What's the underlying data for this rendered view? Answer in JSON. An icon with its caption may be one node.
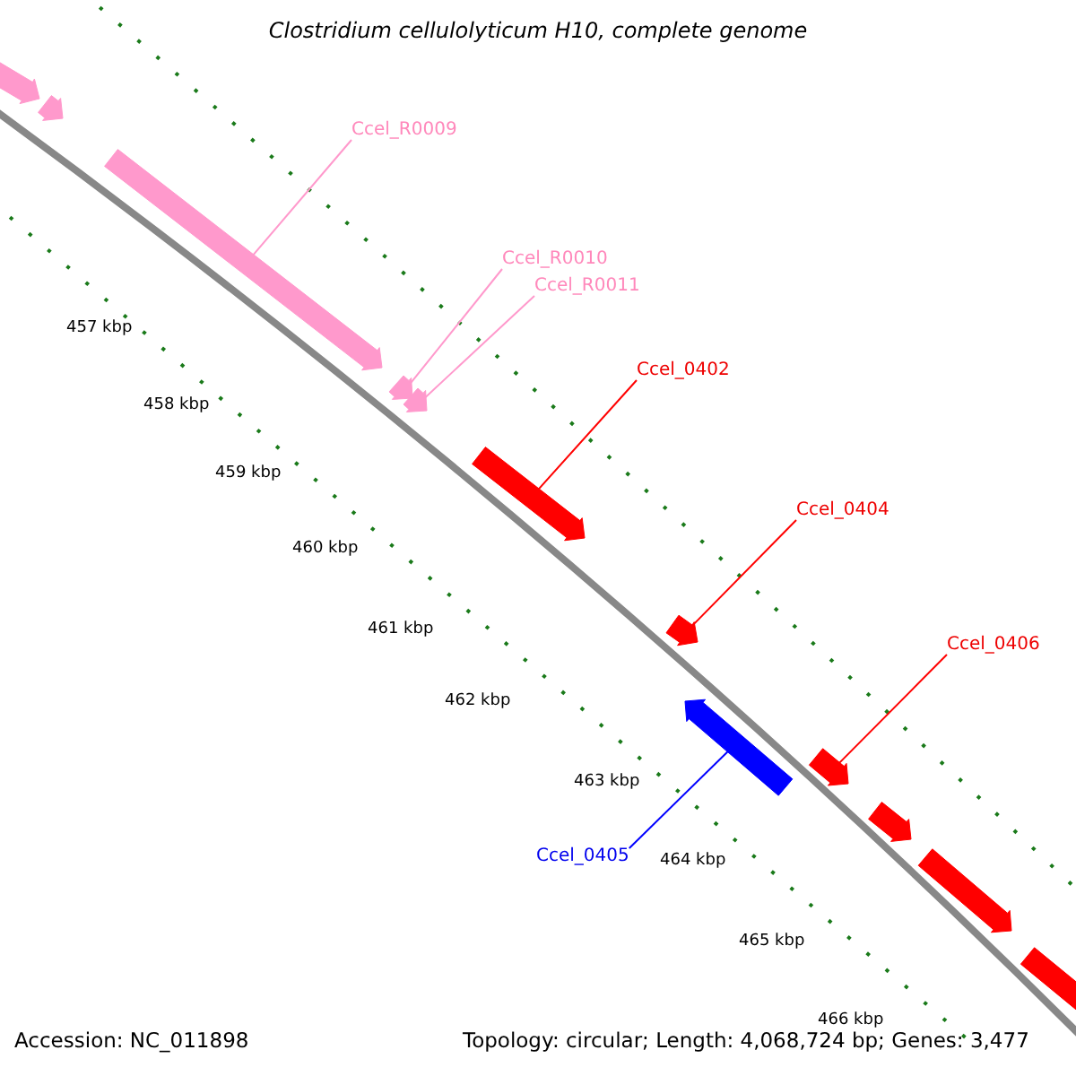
{
  "diagram": {
    "title": "Clostridium cellulolyticum H10, complete genome",
    "nodes": [
      {
        "text": [],
        "shape": "arrow"
      },
      {
        "text": [],
        "shape": "arrow"
      },
      {
        "text": [
          "Ccel_R0009"
        ]
      },
      {
        "text": [],
        "shape": "arrow"
      },
      {
        "text": [
          "Ccel_R0010"
        ]
      },
      {
        "text": [
          "Ccel_R0011"
        ]
      },
      {
        "text": [],
        "shape": "arrow"
      },
      {
        "text": [],
        "shape": "arrow"
      },
      {
        "text": [
          "Ccel_0402"
        ]
      },
      {
        "text": [],
        "shape": "arrow"
      },
      {
        "text": [
          "Ccel_0404"
        ]
      },
      {
        "text": [],
        "shape": "arrow"
      },
      {
        "text": [],
        "shape": "arrow"
      },
      {
        "text": [
          "Ccel_0406"
        ]
      },
      {
        "text": [],
        "shape": "arrow"
      },
      {
        "text": [
          "Ccel_0405"
        ]
      },
      {
        "text": [],
        "shape": "arrow"
      },
      {
        "text": [],
        "shape": "arrow"
      },
      {
        "text": [],
        "shape": "arrow"
      }
    ],
    "edges": [
      {
        "from": 2,
        "to": 3,
        "arrow": "none",
        "color": "#ff99cc"
      },
      {
        "from": 4,
        "to": 6,
        "arrow": "none",
        "color": "#ff99cc"
      },
      {
        "from": 5,
        "to": 7,
        "arrow": "none",
        "color": "#ff99cc"
      },
      {
        "from": 8,
        "to": 9,
        "arrow": "none",
        "color": "#ff0000"
      },
      {
        "from": 10,
        "to": 11,
        "arrow": "none",
        "color": "#ff0000"
      },
      {
        "from": 13,
        "to": 14,
        "arrow": "none",
        "color": "#ff0000"
      },
      {
        "from": 15,
        "to": 12,
        "arrow": "none",
        "color": "#0000ff"
      }
    ],
    "labels": [
      "457 kbp",
      "458 kbp",
      "459 kbp",
      "460 kbp",
      "461 kbp",
      "462 kbp",
      "463 kbp",
      "464 kbp",
      "465 kbp",
      "466 kbp",
      "Accession: NC_011898",
      "Topology: circular; Length: 4,068,724 bp; Genes: 3,477"
    ]
  }
}
